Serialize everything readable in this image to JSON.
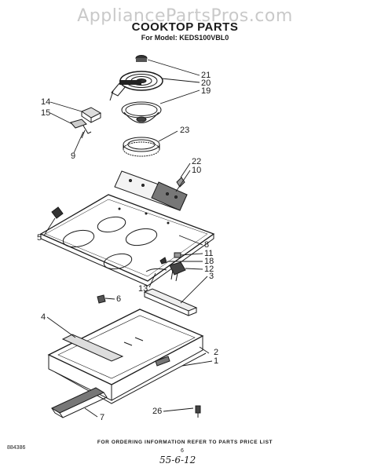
{
  "watermark": "AppliancePartsPros.com",
  "header": {
    "title": "COOKTOP PARTS",
    "model": "For Model: KEDS100VBL0"
  },
  "callouts": [
    "21",
    "20",
    "19",
    "14",
    "15",
    "9",
    "23",
    "22",
    "10",
    "5",
    "8",
    "11",
    "18",
    "12",
    "3",
    "13",
    "6",
    "4",
    "2",
    "1",
    "7",
    "26"
  ],
  "footer": {
    "ordering_note": "FOR ORDERING INFORMATION REFER TO PARTS PRICE LIST",
    "doc_number": "884386",
    "page_number": "6",
    "handwritten_date": "55-6-12"
  }
}
